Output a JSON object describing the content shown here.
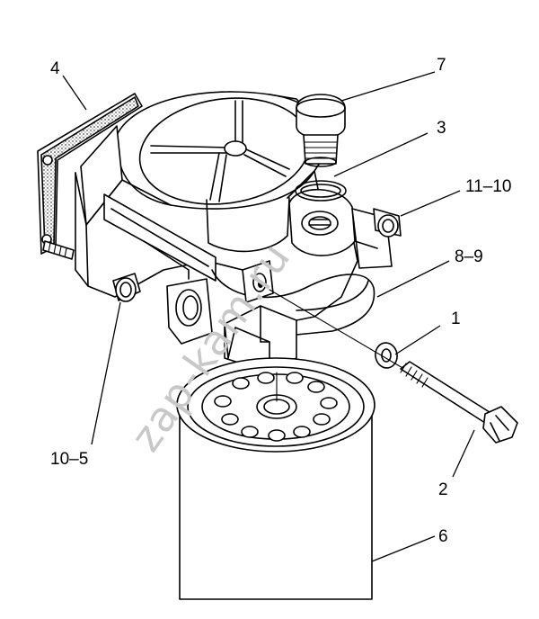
{
  "diagram": {
    "watermark": "zap-kam.ru",
    "callouts": [
      {
        "id": "c7",
        "label": "7"
      },
      {
        "id": "c4",
        "label": "4"
      },
      {
        "id": "c3",
        "label": "3"
      },
      {
        "id": "c11-10",
        "label": "11–10"
      },
      {
        "id": "c8-9",
        "label": "8–9"
      },
      {
        "id": "c1",
        "label": "1"
      },
      {
        "id": "c10-5",
        "label": "10–5"
      },
      {
        "id": "c2",
        "label": "2"
      },
      {
        "id": "c6",
        "label": "6"
      }
    ]
  }
}
